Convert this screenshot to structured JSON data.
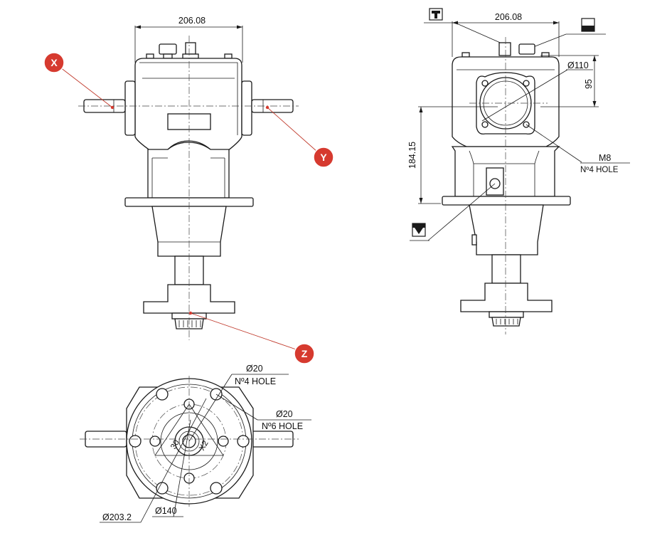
{
  "front_view": {
    "width_dim": "206.08",
    "markers": {
      "x": "X",
      "y": "Y",
      "z": "Z"
    }
  },
  "side_view": {
    "width_dim": "206.08",
    "bore_dim": "Ø110",
    "bore_height": "95",
    "height_dim": "184.15",
    "thread_label": "M8",
    "thread_holes": "Nº4 HOLE"
  },
  "bottom_view": {
    "hole1_dia": "Ø20",
    "hole1_count": "Nº4 HOLE",
    "hole2_dia": "Ø20",
    "hole2_count": "Nº6 HOLE",
    "pcd_outer": "Ø203.2",
    "pcd_inner": "Ø140",
    "code_a": "30",
    "code_b": "X2"
  },
  "colors": {
    "marker": "#d63a2f",
    "line": "#1a1a1a"
  },
  "icons": [
    "fill-plug-icon",
    "level-plug-icon",
    "drain-plug-icon"
  ]
}
